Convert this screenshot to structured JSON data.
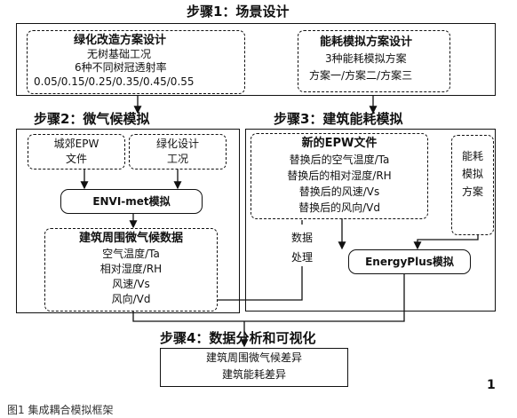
{
  "step1": {
    "title": "步骤1：场景设计",
    "green": {
      "heading": "绿化改造方案设计",
      "lines": [
        "无树基础工况",
        "6种不同树冠透射率",
        "0.05/0.15/0.25/0.35/0.45/0.55"
      ]
    },
    "energy": {
      "heading": "能耗模拟方案设计",
      "lines": [
        "3种能耗模拟方案",
        "方案一/方案二/方案三"
      ]
    }
  },
  "step2": {
    "title": "步骤2：微气候模拟",
    "epw": [
      "城郊EPW",
      "文件"
    ],
    "green": [
      "绿化设计",
      "工况"
    ],
    "envimet": "ENVI-met模拟",
    "data": {
      "heading": "建筑周围微气候数据",
      "lines": [
        "空气温度/Ta",
        "相对湿度/RH",
        "风速/Vs",
        "风向/Vd"
      ]
    }
  },
  "step3": {
    "title": "步骤3：建筑能耗模拟",
    "epw": {
      "heading": "新的EPW文件",
      "lines": [
        "替换后的空气温度/Ta",
        "替换后的相对湿度/RH",
        "替换后的风速/Vs",
        "替换后的风向/Vd"
      ]
    },
    "scheme": [
      "能耗",
      "模拟",
      "方案"
    ],
    "processing": [
      "数据",
      "处理"
    ],
    "energyplus": "EnergyPlus模拟"
  },
  "step4": {
    "title": "步骤4：数据分析和可视化",
    "lines": [
      "建筑周围微气候差异",
      "建筑能耗差异"
    ]
  },
  "page_number": "1",
  "caption": "图1 集成耦合模拟框架"
}
